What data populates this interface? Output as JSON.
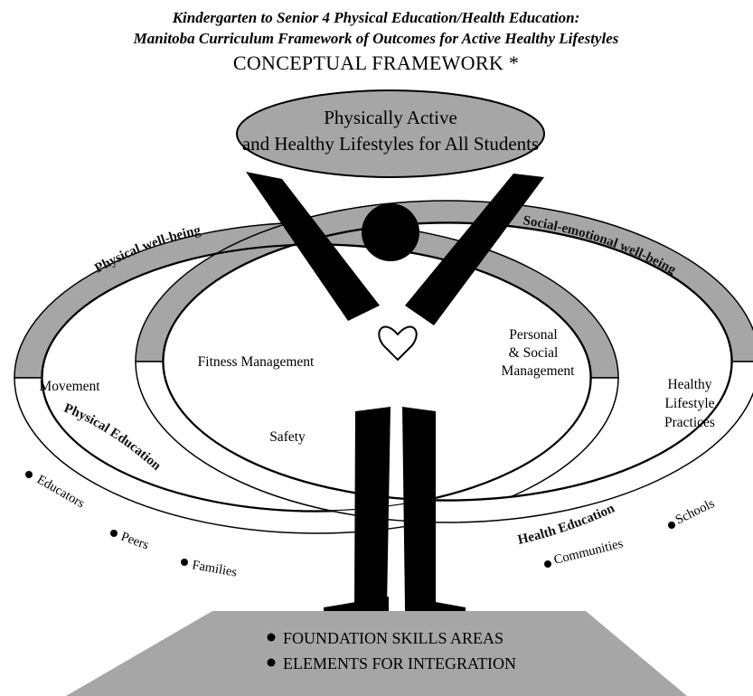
{
  "header": {
    "line1": "Kindergarten to Senior 4 Physical Education/Health Education:",
    "line2": "Manitoba Curriculum Framework of Outcomes for Active Healthy Lifestyles",
    "line3": "CONCEPTUAL FRAMEWORK *"
  },
  "goal": {
    "line1": "Physically Active",
    "line2": "and Healthy Lifestyles for All Students"
  },
  "bands": {
    "physical_wellbeing": "Physical well-being",
    "social_emotional_wellbeing": "Social-emotional well-being",
    "physical_education": "Physical Education",
    "health_education": "Health Education"
  },
  "outcomes": {
    "movement": "Movement",
    "fitness_management": "Fitness Management",
    "safety": "Safety",
    "personal_social_1": "Personal",
    "personal_social_2": "& Social",
    "personal_social_3": "Management",
    "healthy_lifestyle_1": "Healthy",
    "healthy_lifestyle_2": "Lifestyle",
    "healthy_lifestyle_3": "Practices"
  },
  "partners": {
    "educators": "Educators",
    "peers": "Peers",
    "families": "Families",
    "communities": "Communities",
    "schools": "Schools"
  },
  "foundation": {
    "line1": "FOUNDATION SKILLS AREAS",
    "line2": "ELEMENTS FOR INTEGRATION"
  },
  "colors": {
    "gray_fill": "#a6a6a6",
    "ink": "#000000",
    "background": "#ffffff"
  }
}
